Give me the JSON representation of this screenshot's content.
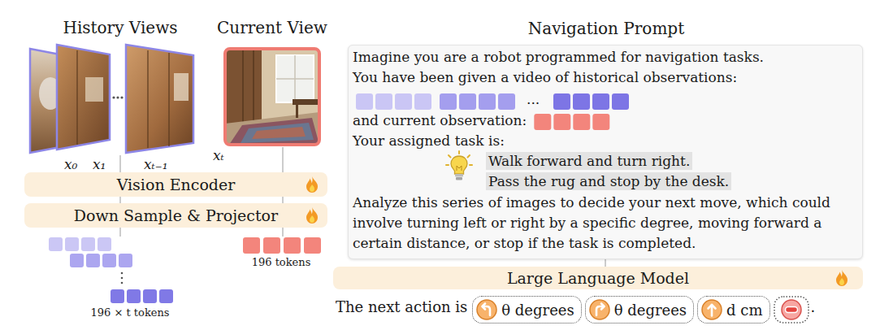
{
  "diagram": {
    "nodes": [
      {
        "text": [
          "Navigation Prompt",
          "Imagine you are a robot programmed for navigation tasks.",
          "You have been given a video of historical observations:",
          "...",
          "and current observation:",
          "Your assigned task is:",
          "Walk forward and turn right.",
          "Pass the rug and stop by the desk.",
          "Analyze this series of images to decide your next move, which could involve turning left or right by a specific degree, moving forward a certain distance, or stop if the task is completed."
        ]
      },
      {
        "text": [
          "Vision Encoder"
        ]
      },
      {
        "text": [
          "Down Sample & Projector"
        ]
      },
      {
        "text": [
          "Large Language Model"
        ]
      },
      {
        "text": [
          "θ degrees"
        ]
      },
      {
        "text": [
          "θ degrees"
        ]
      },
      {
        "text": [
          "d cm"
        ]
      }
    ],
    "edges": [
      {
        "from": 1,
        "to": 2,
        "arrow": "none"
      },
      {
        "from": 1,
        "to": 2,
        "arrow": "none"
      },
      {
        "from": 0,
        "to": 3,
        "arrow": "none"
      }
    ],
    "labels": [
      "History Views",
      "Current View",
      "x₀",
      "x₁",
      "xₜ₋₁",
      "xₜ",
      "196 tokens",
      "196 × t tokens",
      "The next action is",
      "."
    ]
  }
}
